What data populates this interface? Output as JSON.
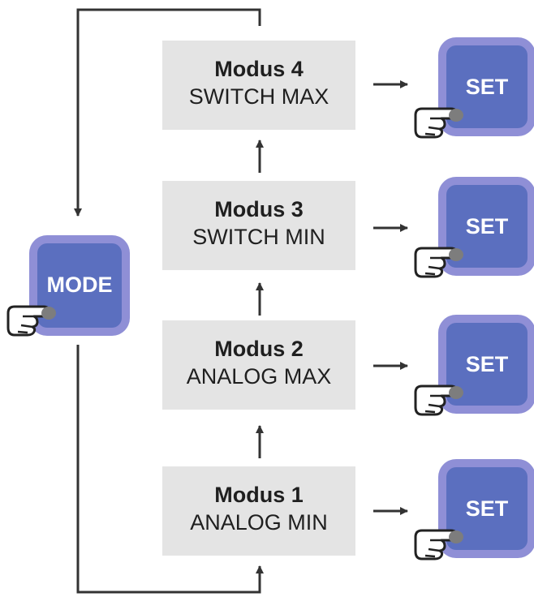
{
  "mode_button": {
    "label": "MODE"
  },
  "modes": [
    {
      "title": "Modus 4",
      "subtitle": "SWITCH MAX",
      "button_label": "SET"
    },
    {
      "title": "Modus 3",
      "subtitle": "SWITCH MIN",
      "button_label": "SET"
    },
    {
      "title": "Modus 2",
      "subtitle": "ANALOG MAX",
      "button_label": "SET"
    },
    {
      "title": "Modus 1",
      "subtitle": "ANALOG MIN",
      "button_label": "SET"
    }
  ],
  "colors": {
    "box": "#e4e4e4",
    "button_outer": "#8f8fd6",
    "button_inner": "#5b6fbf",
    "line": "#333333"
  }
}
